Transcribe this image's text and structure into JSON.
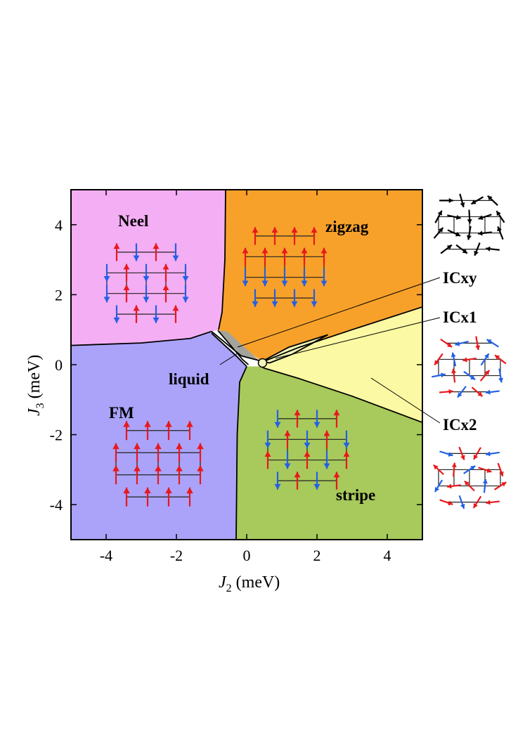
{
  "chart_data": {
    "type": "phase-diagram",
    "xlabel_symbol": "J",
    "xlabel_sub": "2",
    "xlabel_unit": " (meV)",
    "ylabel_symbol": "J",
    "ylabel_sub": "3",
    "ylabel_unit": " (meV)",
    "xlim": [
      -5,
      5
    ],
    "ylim": [
      -5,
      5
    ],
    "xticks": [
      -4,
      -2,
      0,
      2,
      4
    ],
    "yticks": [
      -4,
      -2,
      0,
      2,
      4
    ],
    "xtick_labels": [
      "-4",
      "-2",
      "0",
      "2",
      "4"
    ],
    "ytick_labels": [
      "-4",
      "-2",
      "0",
      "2",
      "4"
    ],
    "phases": [
      {
        "name": "Neel",
        "color": "#f4aef4"
      },
      {
        "name": "zigzag",
        "color": "#f8a12a"
      },
      {
        "name": "FM",
        "color": "#aaa3f9"
      },
      {
        "name": "stripe",
        "color": "#a8c95b"
      },
      {
        "name": "liquid",
        "color": "#a3a39b"
      },
      {
        "name": "ICxy",
        "color": "#f4f4d8"
      },
      {
        "name": "ICx1",
        "color": "#f2f5b9"
      },
      {
        "name": "ICx2",
        "color": "#fbf9a3"
      }
    ],
    "boundaries": {
      "neel_fm": [
        [
          -5,
          0.55
        ],
        [
          -3,
          0.62
        ],
        [
          -1.6,
          0.75
        ],
        [
          -1,
          0.95
        ]
      ],
      "neel_zigzag": [
        [
          -0.6,
          5
        ],
        [
          -0.62,
          3
        ],
        [
          -0.7,
          1.5
        ],
        [
          -0.8,
          1.0
        ]
      ],
      "fm_stripe": [
        [
          -0.3,
          -5
        ],
        [
          -0.27,
          -2
        ],
        [
          -0.2,
          -0.5
        ],
        [
          0,
          -0.05
        ]
      ],
      "zigzag_ic": [
        [
          0.5,
          0.1
        ],
        [
          1.5,
          0.5
        ],
        [
          3,
          1.0
        ],
        [
          5,
          1.65
        ]
      ],
      "stripe_ic": [
        [
          0.5,
          -0.1
        ],
        [
          1.5,
          -0.4
        ],
        [
          3,
          -0.9
        ],
        [
          5,
          -1.65
        ]
      ]
    },
    "colors": {
      "spin_up": "#e8181c",
      "spin_down": "#2260e6",
      "spin_other": "#000000"
    }
  }
}
